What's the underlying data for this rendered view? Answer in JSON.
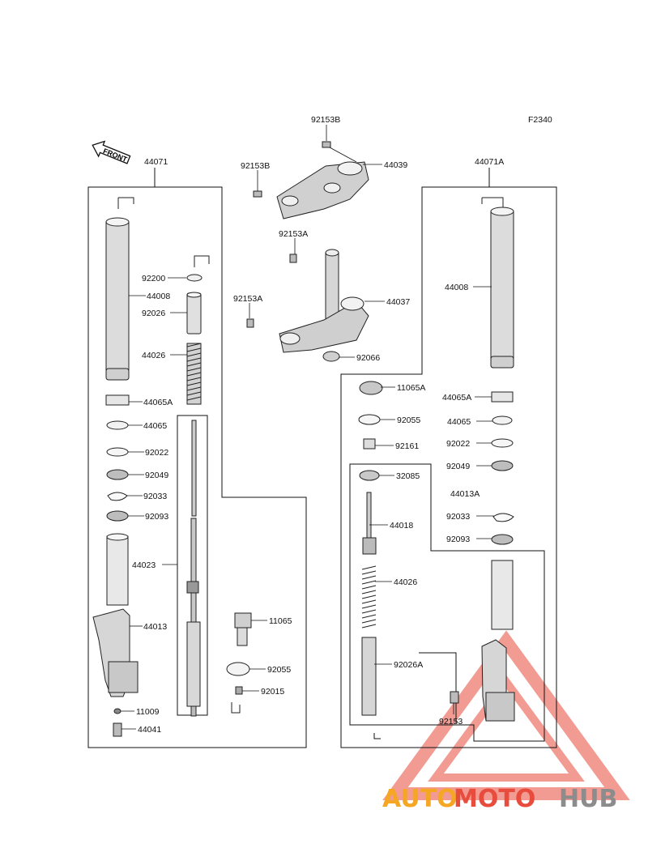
{
  "diagram_code": "F2340",
  "front_label": "FRONT",
  "left_assembly": {
    "title": "44071",
    "labels": [
      "92200",
      "44008",
      "92026",
      "44026",
      "44065A",
      "44065",
      "92022",
      "92049",
      "92033",
      "92093",
      "44023",
      "44013",
      "11009",
      "44041"
    ]
  },
  "right_assembly": {
    "title": "44071A",
    "labels": [
      "11065A",
      "92055",
      "92161",
      "44065A",
      "44065",
      "92022",
      "92049",
      "32085",
      "44013A",
      "44018",
      "92033",
      "92093",
      "44026",
      "44008",
      "92026A",
      "92153"
    ]
  },
  "center_parts": {
    "labels": [
      "92153B",
      "44039",
      "92153B",
      "92153A",
      "92153A",
      "44037",
      "92066",
      "11065",
      "92055",
      "92015"
    ]
  },
  "watermark": {
    "brand_part1": "AUTO",
    "brand_part2": "MOTO",
    "brand_part3": "HUB",
    "color_orange": "#f5a623",
    "color_red": "#e84c3d",
    "color_gray": "#8c8c8c"
  }
}
